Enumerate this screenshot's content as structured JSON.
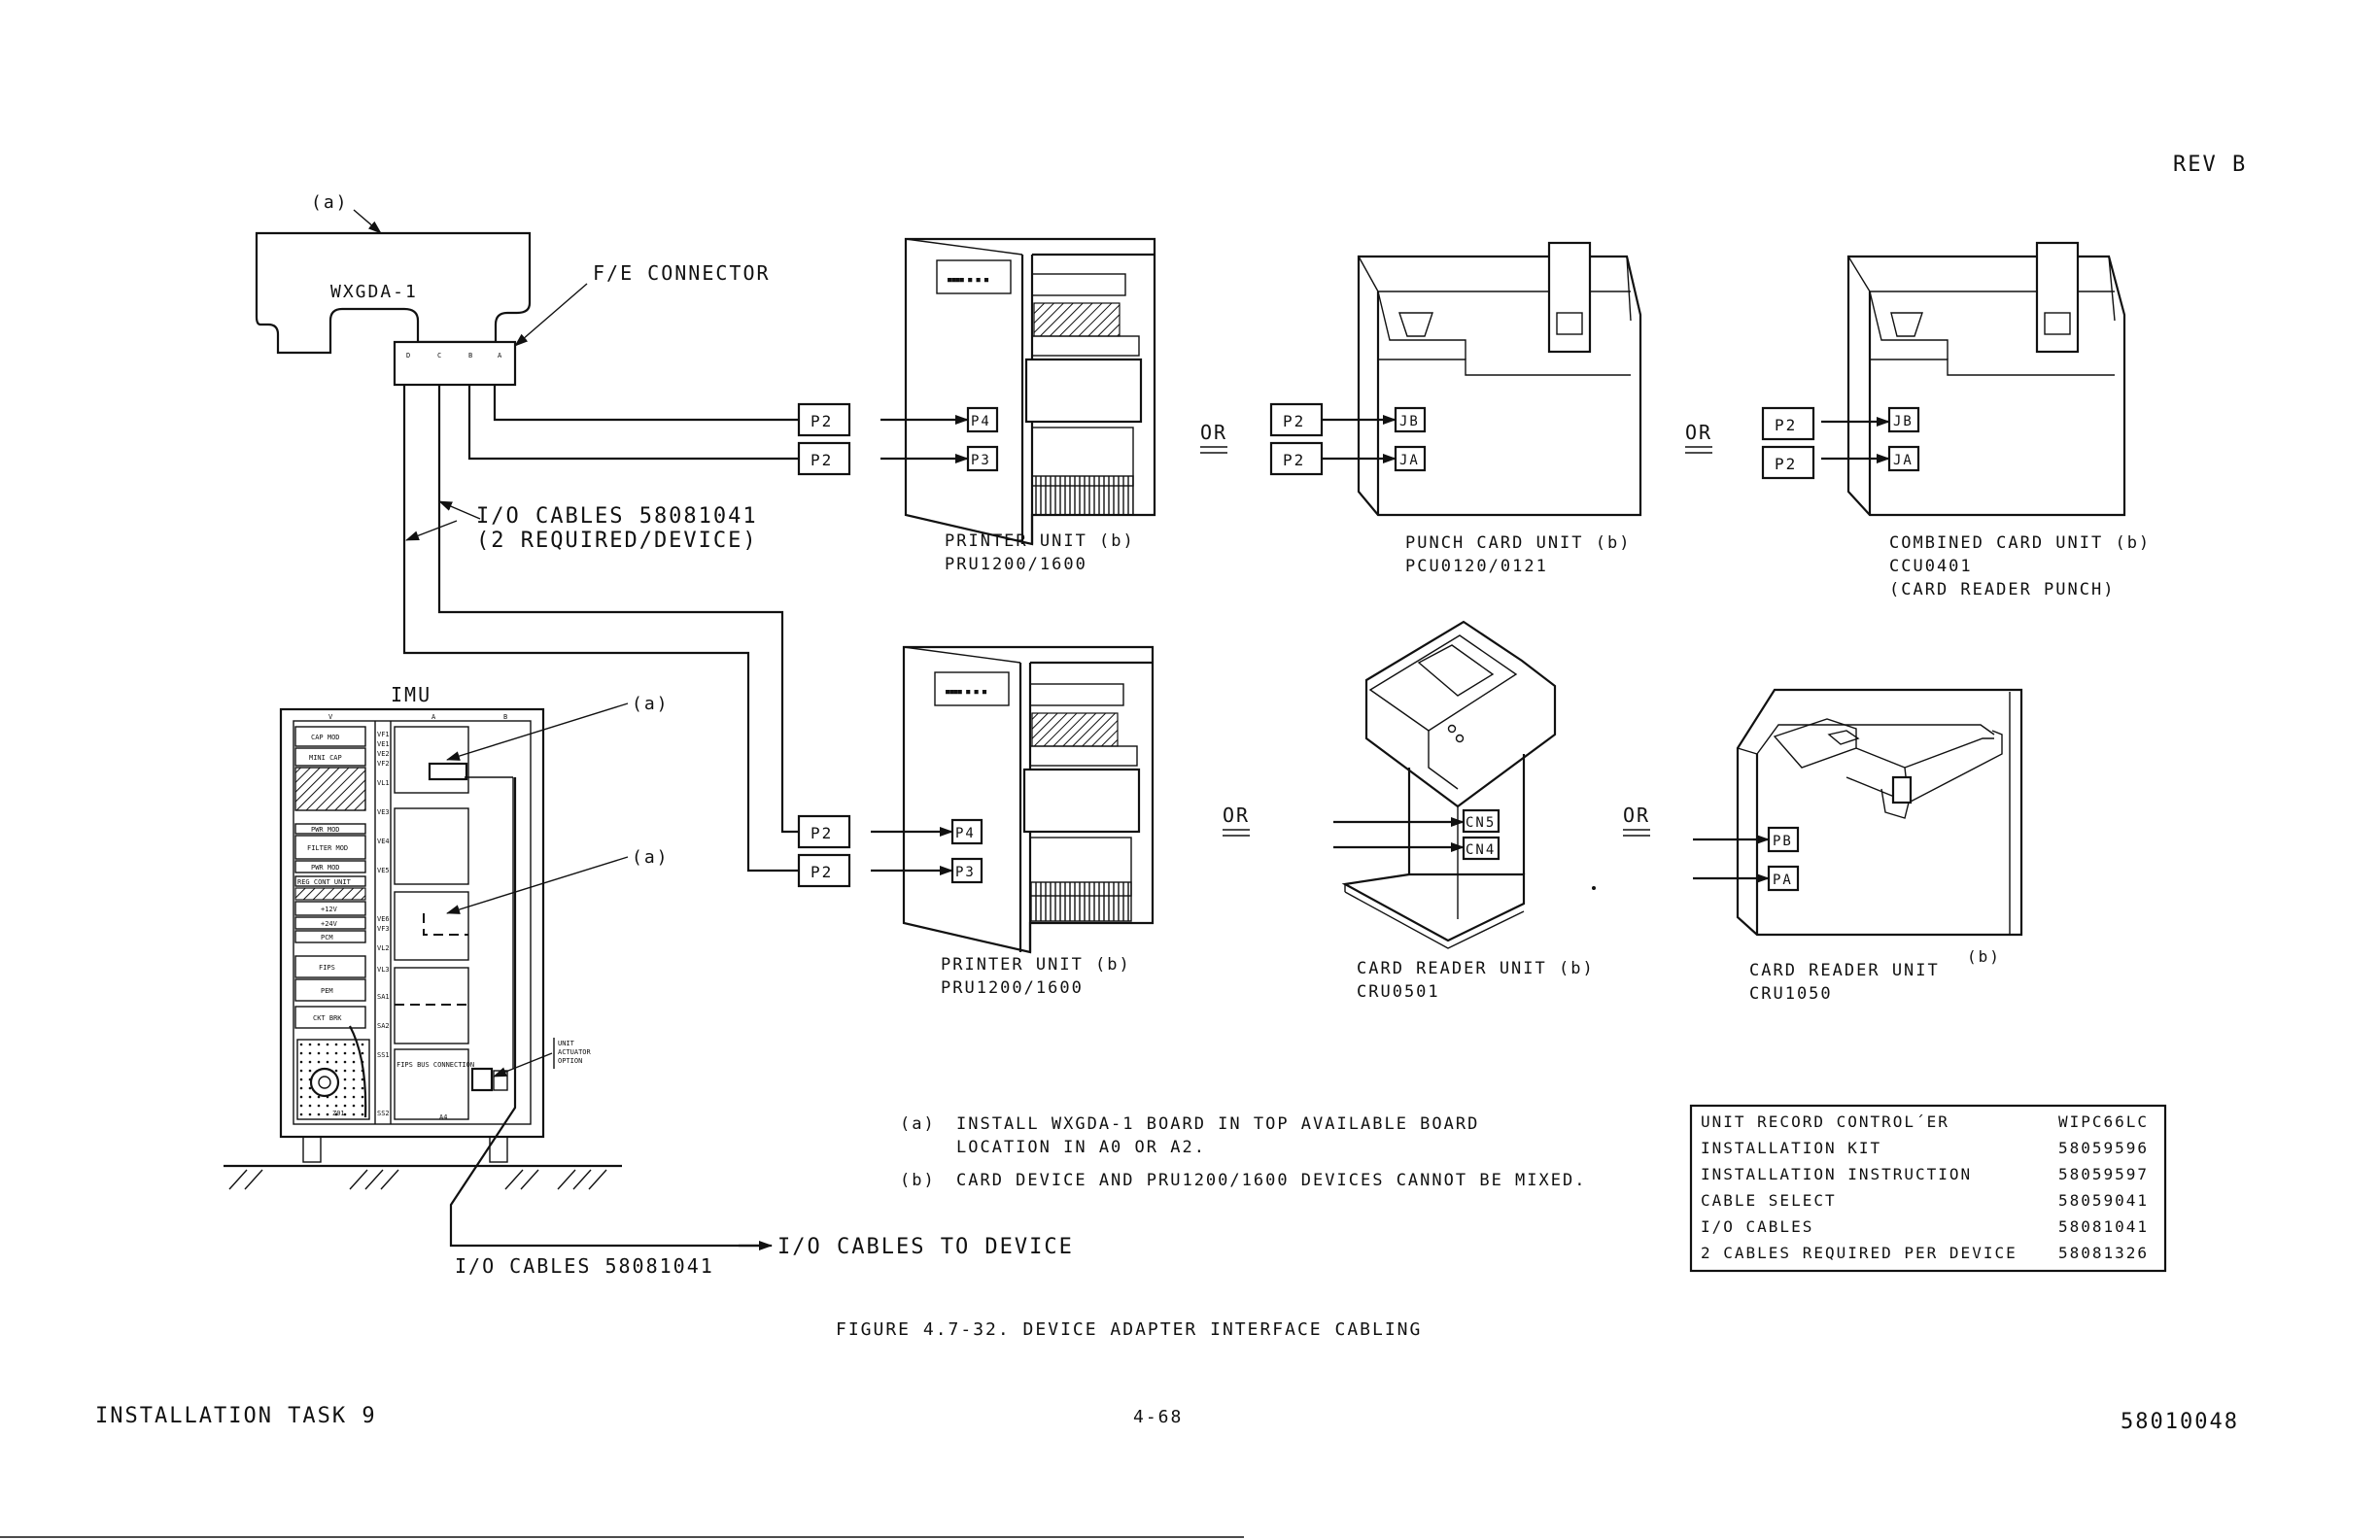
{
  "header": {
    "rev": "REV B"
  },
  "board": {
    "callout": "(a)",
    "name": "WXGDA-1",
    "fe_connector": "F/E CONNECTOR",
    "pins": [
      "D",
      "C",
      "B",
      "A"
    ]
  },
  "cables_note": {
    "line1": "I/O CABLES 58081041",
    "line2": "(2 REQUIRED/DEVICE)"
  },
  "connectors": {
    "p2": "P2",
    "p4": "P4",
    "p3": "P3",
    "jb": "JB",
    "ja": "JA",
    "cn5": "CN5",
    "cn4": "CN4",
    "pb": "PB",
    "pa": "PA"
  },
  "or_label": "OR",
  "devices": {
    "printer_top": {
      "line1": "PRINTER UNIT (b)",
      "line2": "PRU1200/1600"
    },
    "punch": {
      "line1": "PUNCH CARD UNIT (b)",
      "line2": "PCU0120/0121"
    },
    "combined": {
      "line1": "COMBINED CARD UNIT (b)",
      "line2": "CCU0401",
      "line3": "(CARD READER PUNCH)"
    },
    "printer_bottom": {
      "line1": "PRINTER UNIT (b)",
      "line2": "PRU1200/1600"
    },
    "reader_0501": {
      "line1": "CARD READER UNIT (b)",
      "line2": "CRU0501"
    },
    "reader_1050": {
      "line1": "CARD READER UNIT",
      "suffix": "(b)",
      "line2": "CRU1050"
    }
  },
  "imu": {
    "title": "IMU",
    "callout_a1": "(a)",
    "callout_a2": "(a)",
    "col_labels": [
      "V",
      "A",
      "B"
    ],
    "modules": [
      "CAP MOD",
      "MINI CAP",
      "PWR MOD",
      "FILTER MOD",
      "PWR MOD",
      "REG CONT UNIT",
      "+12V",
      "+24V",
      "PCM",
      "FIPS",
      "PEM",
      "CKT BRK",
      "Z01"
    ],
    "slots": [
      "VF1",
      "VE1",
      "VE2",
      "VF2",
      "VE3",
      "VE4",
      "VL1",
      "VE5",
      "VE6",
      "VF3",
      "VL2",
      "VL3",
      "SA1",
      "SA2",
      "SS1",
      "SS2"
    ],
    "fips_label": "FIPS BUS CONNECTION",
    "a4_label": "A4",
    "option_note": [
      "UNIT",
      "ACTUATOR",
      "OPTION"
    ]
  },
  "io_bottom": {
    "left": "I/O CABLES 58081041",
    "right": "I/O CABLES TO DEVICE"
  },
  "notes": [
    {
      "tag": "(a)",
      "line1": "INSTALL WXGDA-1 BOARD IN TOP AVAILABLE BOARD",
      "line2": "LOCATION IN A0 OR A2."
    },
    {
      "tag": "(b)",
      "line1": "CARD DEVICE AND PRU1200/1600 DEVICES CANNOT BE MIXED."
    }
  ],
  "parts_table": {
    "rows": [
      {
        "label": "UNIT RECORD CONTROL´ER",
        "value": "WIPC66LC"
      },
      {
        "label": "INSTALLATION KIT",
        "value": "58059596"
      },
      {
        "label": "INSTALLATION INSTRUCTION",
        "value": "58059597"
      },
      {
        "label": "CABLE SELECT",
        "value": "58059041"
      },
      {
        "label": "I/O CABLES",
        "value": "58081041"
      },
      {
        "label": "2 CABLES REQUIRED PER DEVICE",
        "value": "58081326"
      }
    ]
  },
  "figure_caption": "FIGURE 4.7-32.  DEVICE ADAPTER INTERFACE CABLING",
  "footer": {
    "left": "INSTALLATION TASK 9",
    "center": "4-68",
    "right": "58010048"
  }
}
